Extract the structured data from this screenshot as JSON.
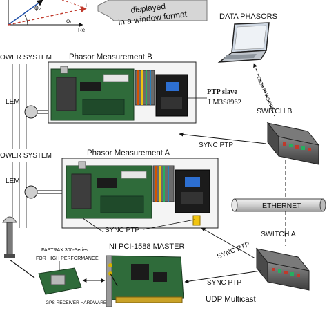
{
  "phasor_plot": {
    "axis_re": "Re",
    "label_phi1": "φ₁",
    "label_phi2": "φ₂",
    "label_i": "i"
  },
  "banner": {
    "line1": "displayed",
    "line2": "in a window format"
  },
  "data_phasors": "DATA PHASORS",
  "data_phasors_arrow": "DATA PHASORS",
  "power_system_top": "OWER SYSTEM",
  "power_system_bottom": "OWER SYSTEM",
  "lem_top": "LEM",
  "lem_bottom": "LEM",
  "pm_b_title": "Phasor Measurement B",
  "pm_a_title": "Phasor Measurement A",
  "ptp_slave_title": "PTP slave",
  "ptp_slave_chip": "LM3S8962",
  "switch_b": "SWITCH B",
  "switch_a": "SWITCH  A",
  "sync_ptp_b": "SYNC PTP",
  "sync_ptp_a_board": "SYNC PTP",
  "sync_ptp_master": "SYNC PTP",
  "sync_ptp_gps": "SYNC PTP",
  "ethernet": "ETHERNET",
  "ni_master": "NI PCI-1588 MASTER",
  "fastrax_line1": "FASTRAX 300-Series",
  "fastrax_line2": "FOR HIGH PERFORMANCE",
  "gps_hw": "GPS RECEIVER HARDWARE",
  "udp_multicast": "UDP Multicast",
  "colors": {
    "pcb_green": "#2f6b3a",
    "pcb_dark": "#1f4a2a",
    "switch_body": "#5a5a5a",
    "ethernet_tube": "#d9d9d9",
    "banner_gray": "#d6d6d6"
  }
}
